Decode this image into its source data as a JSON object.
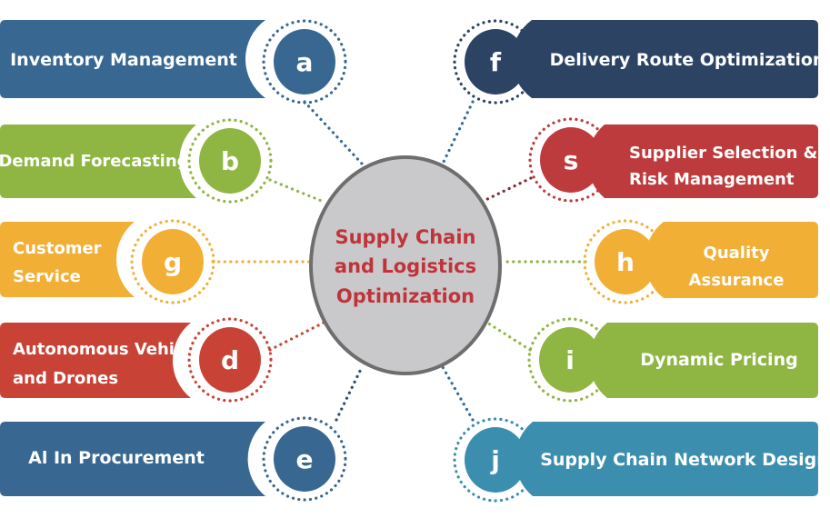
{
  "center": {
    "lines": [
      "Supply Chain",
      "and Logistics",
      "Optimization"
    ],
    "fill": "#c9c9cb",
    "stroke": "#6e6e6e",
    "text_color": "#c0333a"
  },
  "nodes": [
    {
      "id": "a",
      "letter": "a",
      "lines": [
        "Inventory Management"
      ],
      "side": "left",
      "color": "#386891",
      "line_color": "#386891"
    },
    {
      "id": "b",
      "letter": "b",
      "lines": [
        "Demand Forecasting"
      ],
      "side": "left",
      "color": "#8fb543",
      "line_color": "#8fb543"
    },
    {
      "id": "g",
      "letter": "g",
      "lines": [
        "Customer",
        "Service"
      ],
      "side": "left",
      "color": "#f2af35",
      "line_color": "#f2af35"
    },
    {
      "id": "d",
      "letter": "d",
      "lines": [
        "Autonomous Vehic-",
        "and Drones"
      ],
      "side": "left",
      "color": "#c84335",
      "line_color": "#c84335"
    },
    {
      "id": "e",
      "letter": "e",
      "lines": [
        "Al In Procurement"
      ],
      "side": "left",
      "color": "#386891",
      "line_color": "#2c4a6e"
    },
    {
      "id": "f",
      "letter": "f",
      "lines": [
        "Delivery Route Optimization"
      ],
      "side": "right",
      "color": "#2c4364",
      "line_color": "#2f6a9a"
    },
    {
      "id": "s",
      "letter": "s",
      "lines": [
        "Supplier Selection &",
        "Risk Management"
      ],
      "side": "right",
      "color": "#be3b3d",
      "line_color": "#7a2a35"
    },
    {
      "id": "h",
      "letter": "h",
      "lines": [
        "Quality",
        "Assurance"
      ],
      "side": "right",
      "color": "#f2af35",
      "line_color": "#8fb543"
    },
    {
      "id": "i",
      "letter": "i",
      "lines": [
        "Dynamic Pricing"
      ],
      "side": "right",
      "color": "#8fb543",
      "line_color": "#8fb543"
    },
    {
      "id": "j",
      "letter": "j",
      "lines": [
        "Supply Chain Network Design"
      ],
      "side": "right",
      "color": "#3b8ead",
      "line_color": "#2f6a9a"
    }
  ]
}
